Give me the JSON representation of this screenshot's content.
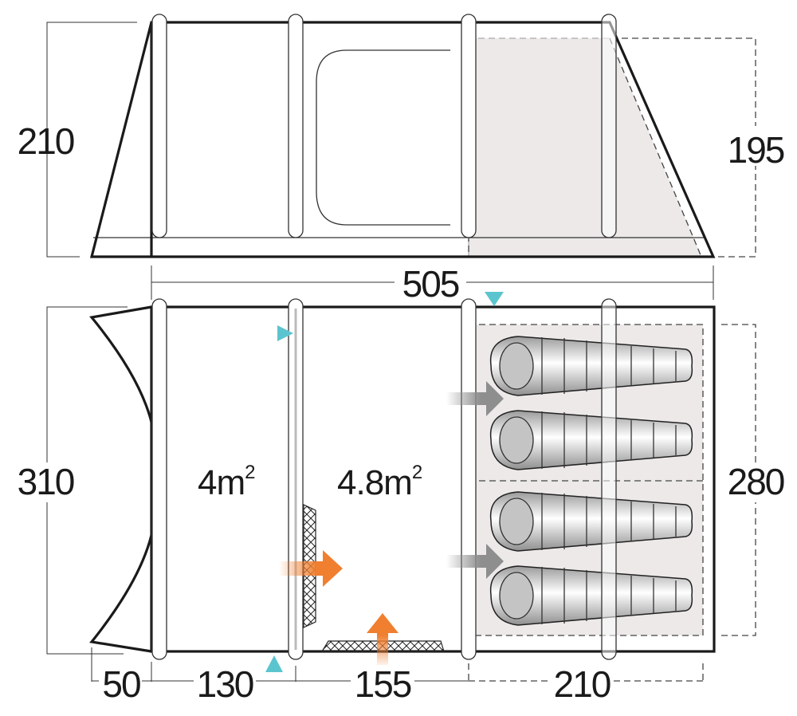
{
  "diagram": {
    "subject": "Tent floor plan and side elevation",
    "units": "cm",
    "side_view": {
      "height_left": "210",
      "height_bedroom": "195",
      "overall_length": "505"
    },
    "plan_view": {
      "width_total": "310",
      "bedroom_width": "280",
      "segments": [
        "50",
        "130",
        "155",
        "210"
      ],
      "areas": [
        {
          "value": "4m",
          "sup": "2"
        },
        {
          "value": "4.8m",
          "sup": "2"
        }
      ],
      "sleeping_bags": 4,
      "bedroom_compartments": 2
    },
    "colors": {
      "line": "#1a1a1a",
      "bedroom_fill": "#ece9e8",
      "door_marker": "#5bc5cf",
      "entrance_arrow": "#f07f30",
      "bedroom_arrow": "#8e8e8e"
    }
  }
}
